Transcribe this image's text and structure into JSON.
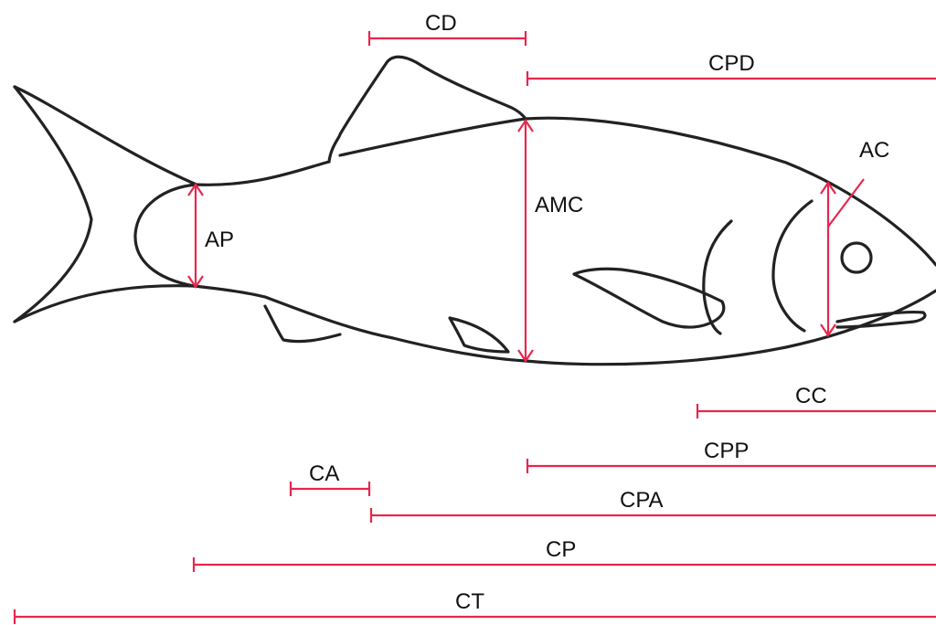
{
  "colors": {
    "measurement": "#e8264d",
    "outline": "#222222",
    "background": "#ffffff"
  },
  "labels": {
    "cd": "CD",
    "cpd": "CPD",
    "ac": "AC",
    "amc": "AMC",
    "ap": "AP",
    "cc": "CC",
    "cpp": "CPP",
    "ca": "CA",
    "cpa": "CPA",
    "cp": "CP",
    "ct": "CT"
  }
}
